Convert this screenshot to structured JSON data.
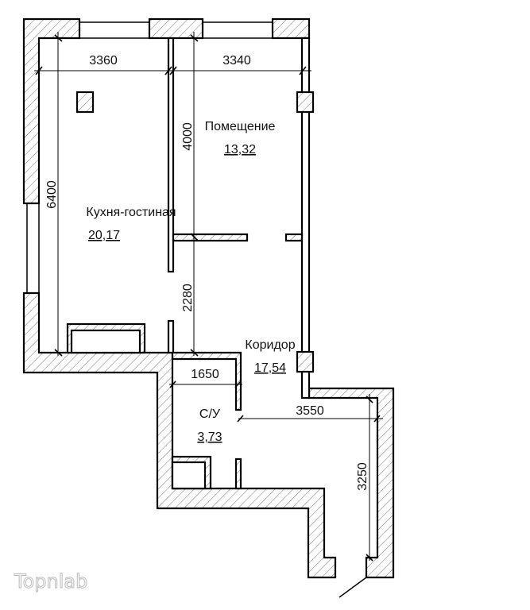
{
  "rooms": [
    {
      "name": "Кухня-гостиная",
      "area": "20,17"
    },
    {
      "name": "Помещение",
      "area": "13,32"
    },
    {
      "name": "Коридор",
      "area": "17,54"
    },
    {
      "name": "С/У",
      "area": "3,73"
    }
  ],
  "dimensions": {
    "kitchen_width": "3360",
    "room_width": "3340",
    "kitchen_length": "6400",
    "room_length": "4000",
    "corridor_segment": "2280",
    "bathroom_width": "1650",
    "corridor_width": "3550",
    "corridor_length": "3250"
  },
  "watermark": "Topnlab",
  "colors": {
    "walls": "#000000",
    "background": "#ffffff"
  }
}
